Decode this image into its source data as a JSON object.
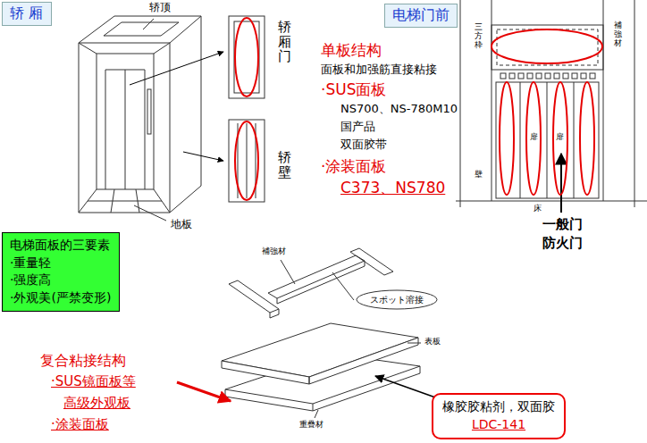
{
  "diagram": {
    "nodes": [
      {
        "text": [
          "轿 厢"
        ]
      },
      {
        "text": [
          "电梯门前"
        ]
      },
      {
        "text": [
          "电梯面板的三要素",
          "·重量轻",
          "·强度高",
          "·外观美(严禁变形)"
        ]
      },
      {
        "text": [
          "スポット溶接"
        ]
      },
      {
        "text": [
          "橡胶胶粘剂，双面胶",
          "LDC-141"
        ]
      }
    ],
    "labels": [
      "轿顶",
      "轿厢门",
      "轿壁",
      "地板",
      "单板结构",
      "面板和加强筋直接粘接",
      "·SUS面板",
      "NS700、NS-780M10",
      "国产品",
      "双面胶带",
      "·涂装面板",
      "C373、NS780",
      "三方枠",
      "補強材",
      "壁",
      "扉",
      "扉",
      "床",
      "一般门",
      "防火门",
      "補強材",
      "表板",
      "重疊材",
      "复合粘接结构",
      "·SUS镜面板等",
      "高级外观板",
      "·涂装面板"
    ]
  }
}
